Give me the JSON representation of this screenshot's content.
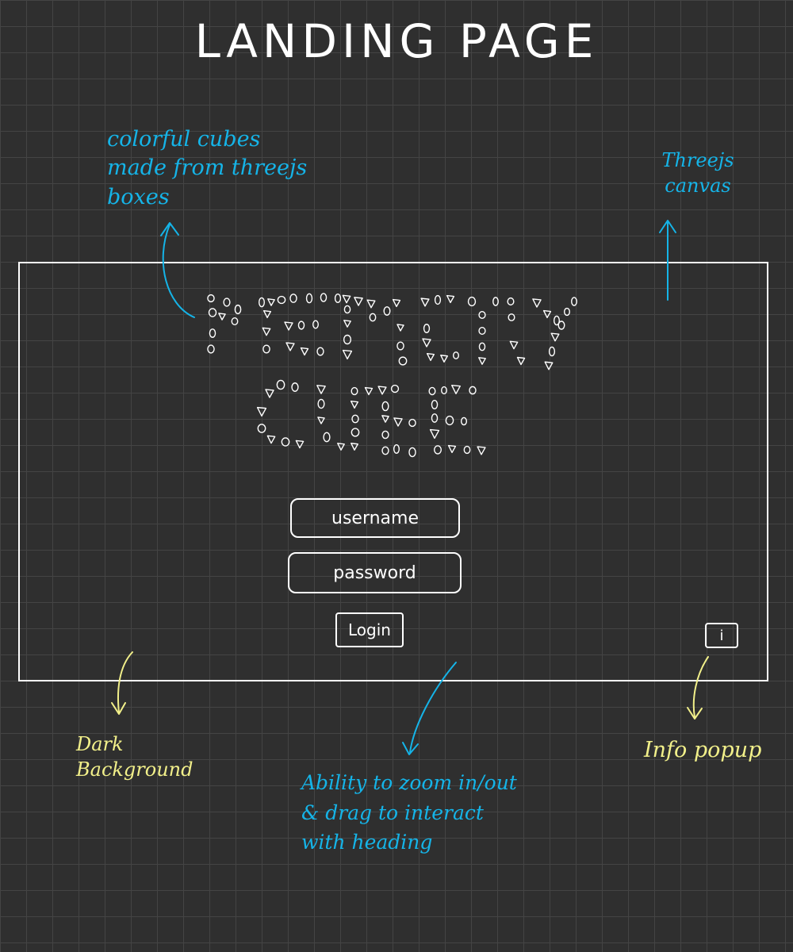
{
  "page_title": "LANDING PAGE",
  "notes": {
    "cubes": "colorful cubes\nmade from threejs\nboxes",
    "canvas": "Threejs\ncanvas",
    "dark_bg": "Dark\nBackground",
    "zoom": "Ability to zoom in/out\n& drag to interact\nwith heading",
    "info": "Info popup"
  },
  "login_form": {
    "username_placeholder": "username",
    "password_placeholder": "password",
    "login_label": "Login"
  },
  "info_button": {
    "glyph": "i"
  },
  "colors": {
    "background": "#2f2f2f",
    "grid": "#444444",
    "blue_annotation": "#15b4e8",
    "yellow_annotation": "#f2f08a",
    "sketch": "#ffffff"
  }
}
